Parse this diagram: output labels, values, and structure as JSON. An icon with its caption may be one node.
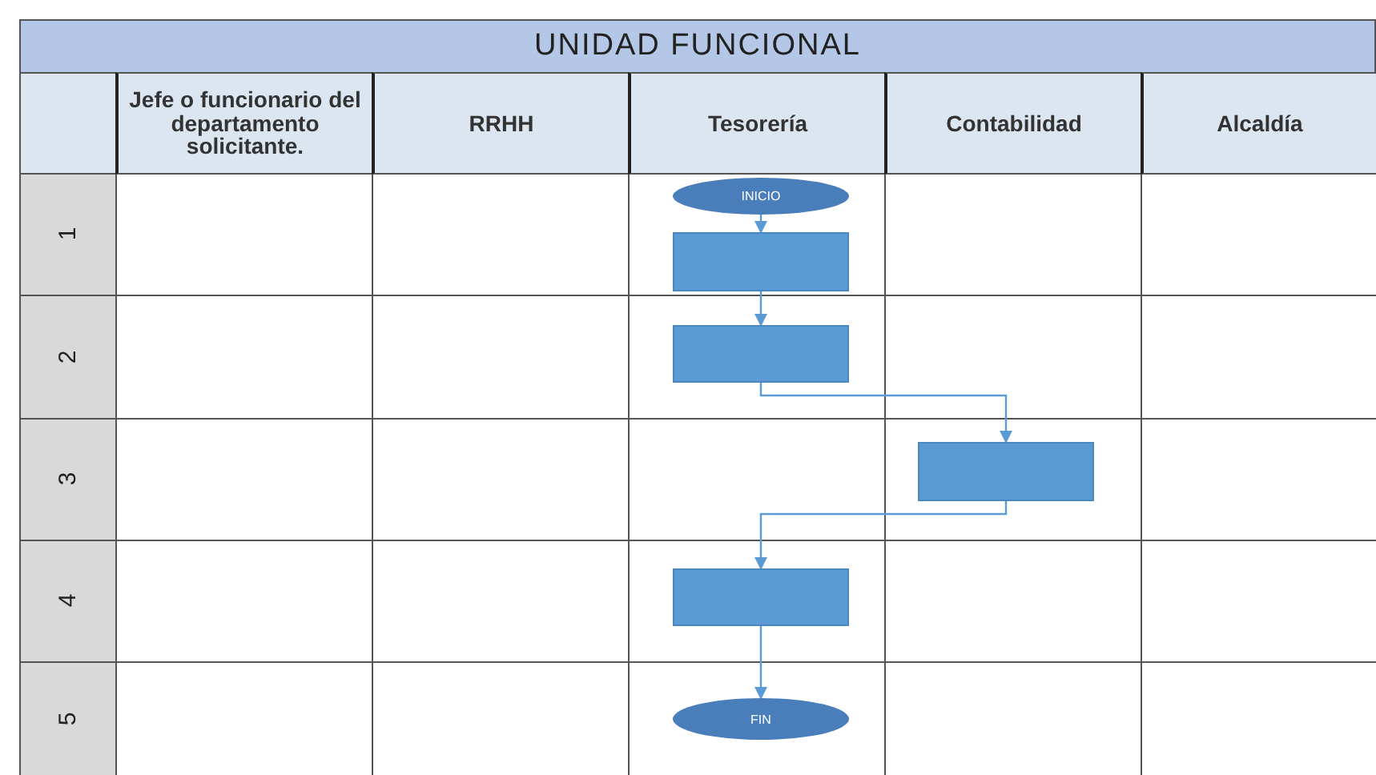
{
  "diagram": {
    "title": "UNIDAD FUNCIONAL",
    "nodes": [
      {
        "text": [
          "INICIO"
        ]
      },
      {
        "text": [],
        "shape": "box"
      },
      {
        "text": [],
        "shape": "box"
      },
      {
        "text": [],
        "shape": "box"
      },
      {
        "text": [],
        "shape": "box"
      },
      {
        "text": [
          "FIN"
        ]
      }
    ],
    "edges": [
      {
        "from": 0,
        "to": 1,
        "arrow": "to"
      },
      {
        "from": 1,
        "to": 2,
        "arrow": "to"
      },
      {
        "from": 2,
        "to": 3,
        "arrow": "to"
      },
      {
        "from": 3,
        "to": 4,
        "arrow": "to"
      },
      {
        "from": 4,
        "to": 5,
        "arrow": "to"
      }
    ],
    "labels": [
      "Jefe o funcionario del departamento solicitante.",
      "RRHH",
      "Tesorería",
      "Contabilidad",
      "Alcaldía",
      "1",
      "2",
      "3",
      "4",
      "5"
    ]
  }
}
